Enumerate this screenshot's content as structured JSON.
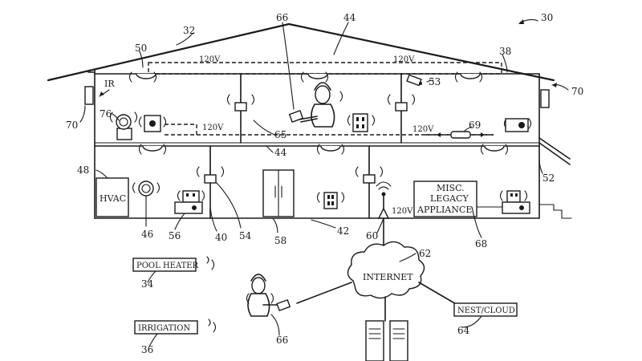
{
  "refs": {
    "r30": "30",
    "r32": "32",
    "r44a": "44",
    "r50": "50",
    "r66a": "66",
    "r38": "38",
    "r53": "53",
    "r70a": "70",
    "r70b": "70",
    "r76": "76",
    "r65": "65",
    "r44b": "44",
    "r69": "69",
    "r48": "48",
    "r52": "52",
    "r46": "46",
    "r56": "56",
    "r40": "40",
    "r54": "54",
    "r58": "58",
    "r42": "42",
    "r60": "60",
    "r68": "68",
    "r62": "62",
    "r34": "34",
    "r36": "36",
    "r64": "64",
    "r66b": "66"
  },
  "labels": {
    "ir": "IR",
    "v120_top_left": "120V",
    "v120_top_right": "120V",
    "v120_mid_left": "120V",
    "v120_mid_right": "120V",
    "v120_bottom": "120V",
    "hvac": "HVAC",
    "misc_line1": "MISC.",
    "misc_line2": "LEGACY",
    "misc_line3": "APPLIANCE",
    "pool_heater": "POOL HEATER",
    "irrigation": "IRRIGATION",
    "internet": "INTERNET",
    "nest_cloud": "NEST/CLOUD"
  },
  "icons": {
    "wireless": "wireless-signal-icon",
    "outlet": "power-outlet-icon",
    "camera": "security-camera-icon",
    "thermostat": "thermostat-icon",
    "light": "ceiling-light-icon",
    "server": "server-icon",
    "person": "person-with-tablet-icon"
  }
}
